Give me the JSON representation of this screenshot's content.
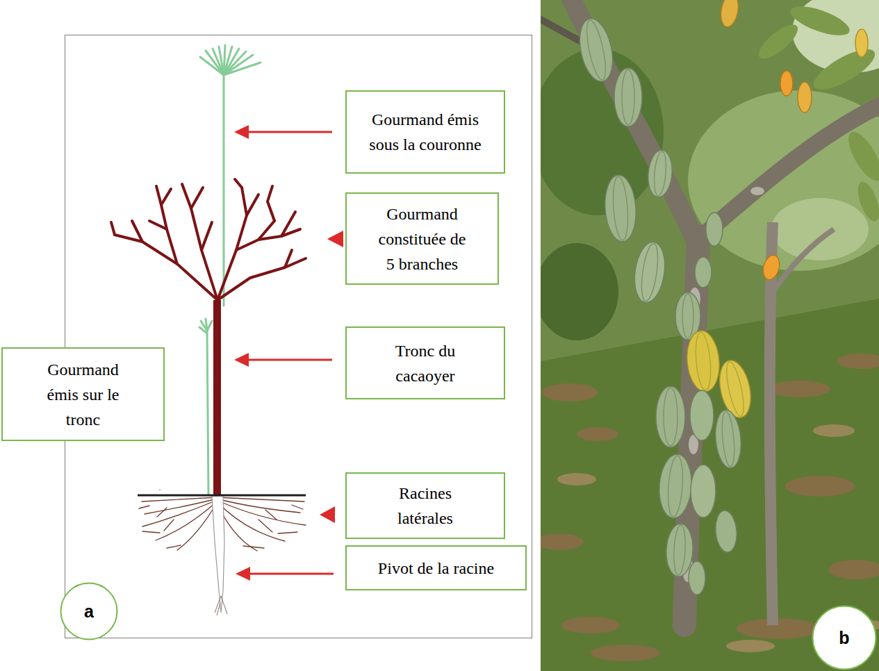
{
  "diagram": {
    "nodes": [
      {
        "text": [
          "Gourmand émis sous la couronne"
        ]
      },
      {
        "text": [
          "Gourmand constituée de 5 branches"
        ]
      },
      {
        "text": [
          "Tronc du cacaoyer"
        ]
      },
      {
        "text": [
          "Gourmand émis sur le tronc"
        ]
      },
      {
        "text": [
          "Racines latérales"
        ]
      },
      {
        "text": [
          "Pivot de la racine"
        ]
      },
      {
        "text": [
          "a"
        ]
      },
      {
        "text": [
          "b"
        ]
      }
    ]
  }
}
